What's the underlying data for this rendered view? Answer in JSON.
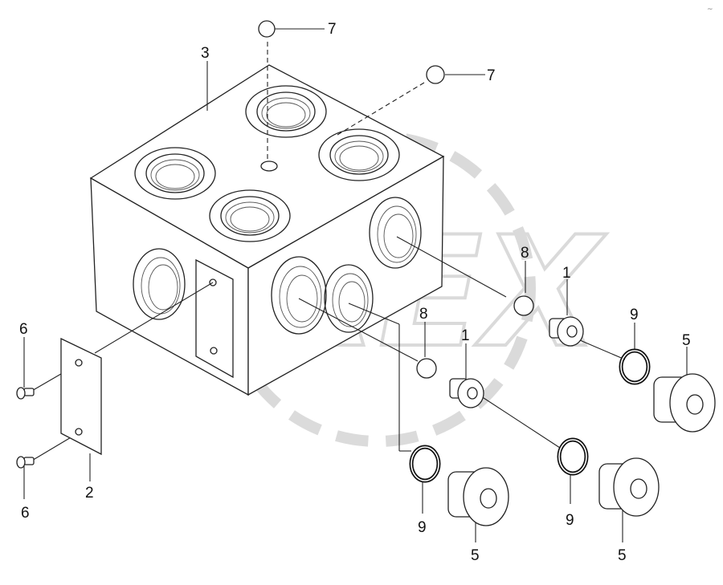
{
  "labels": {
    "callout_1a": "1",
    "callout_1b": "1",
    "callout_2": "2",
    "callout_3": "3",
    "callout_5a": "5",
    "callout_5b": "5",
    "callout_5c": "5",
    "callout_6a": "6",
    "callout_6b": "6",
    "callout_7a": "7",
    "callout_7b": "7",
    "callout_8a": "8",
    "callout_8b": "8",
    "callout_9a": "9",
    "callout_9b": "9",
    "callout_9c": "9"
  },
  "watermark": "OREX",
  "corner_mark": "~"
}
